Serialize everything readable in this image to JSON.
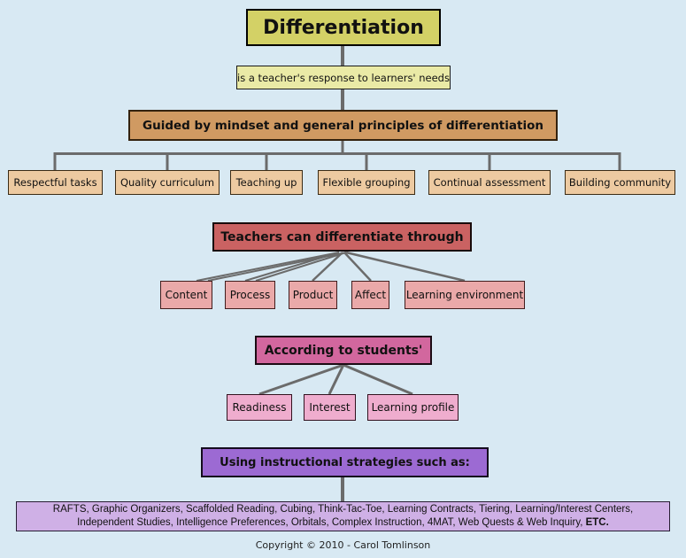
{
  "title": {
    "label": "Differentiation"
  },
  "subtitle": {
    "label": "is a teacher's response to learners' needs"
  },
  "principles": {
    "header": "Guided by mindset and general principles of differentiation",
    "items": [
      "Respectful tasks",
      "Quality curriculum",
      "Teaching up",
      "Flexible grouping",
      "Continual assessment",
      "Building community"
    ]
  },
  "differentiate": {
    "header": "Teachers can differentiate through",
    "items": [
      "Content",
      "Process",
      "Product",
      "Affect",
      "Learning environment"
    ]
  },
  "students": {
    "header": "According to students'",
    "items": [
      "Readiness",
      "Interest",
      "Learning profile"
    ]
  },
  "strategies": {
    "header": "Using instructional strategies such as:",
    "line1": "RAFTS, Graphic Organizers, Scaffolded Reading, Cubing, Think-Tac-Toe, Learning Contracts, Tiering,  Learning/Interest Centers,",
    "line2": "Independent Studies, Intelligence Preferences, Orbitals, Complex Instruction, 4MAT, Web Quests & Web Inquiry, ",
    "line2_etc": "ETC."
  },
  "footer": {
    "copyright": "Copyright © 2010 - Carol Tomlinson"
  },
  "colors": {
    "c_bg": "#d8e9f3",
    "c_line": "#6b6b6b",
    "c_title": "#d3d166",
    "c_sub": "#eaeaa6",
    "c_guided": "#d09a62",
    "c_tan": "#edcaa1",
    "c_red": "#ca6262",
    "c_coral": "#eaa9a9",
    "c_accpink": "#d2679e",
    "c_lpink": "#efadce",
    "c_purple": "#9c6ad3",
    "c_lpurple": "#cfb0e6"
  }
}
